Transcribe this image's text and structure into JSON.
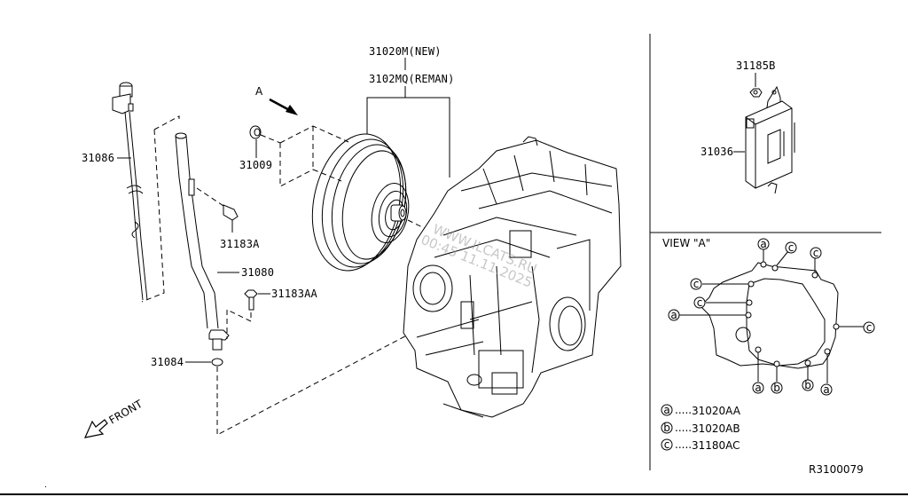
{
  "diagram": {
    "title_code": "R3100079",
    "parts": {
      "torque_converter_new": "31020M(NEW)",
      "torque_converter_reman": "3102MQ(REMAN)",
      "view_marker": "A",
      "nut": "31009",
      "oil_level_gauge": "31086",
      "bolt_a": "31183A",
      "charging_pipe": "31080",
      "bolt_aa": "31183AA",
      "o_ring": "31084",
      "bracket_nut": "31185B",
      "control_unit": "31036"
    },
    "front_label": "FRONT",
    "view_a": {
      "title": "VIEW \"A\"",
      "bolt_markers": {
        "top": [
          "a",
          "c",
          "c"
        ],
        "left": [
          "c",
          "c",
          "a"
        ],
        "right": [
          "c"
        ],
        "bottom": [
          "a",
          "b",
          "b",
          "a"
        ]
      },
      "legend": [
        {
          "marker": "a",
          "dots": ".....",
          "part": "31020AA"
        },
        {
          "marker": "b",
          "dots": ".....",
          "part": "31020AB"
        },
        {
          "marker": "c",
          "dots": ".....",
          "part": "31180AC"
        }
      ]
    },
    "watermark": {
      "line1": "WWW.ILCATS.RU",
      "line2": "00:45 11.11.2025"
    }
  }
}
